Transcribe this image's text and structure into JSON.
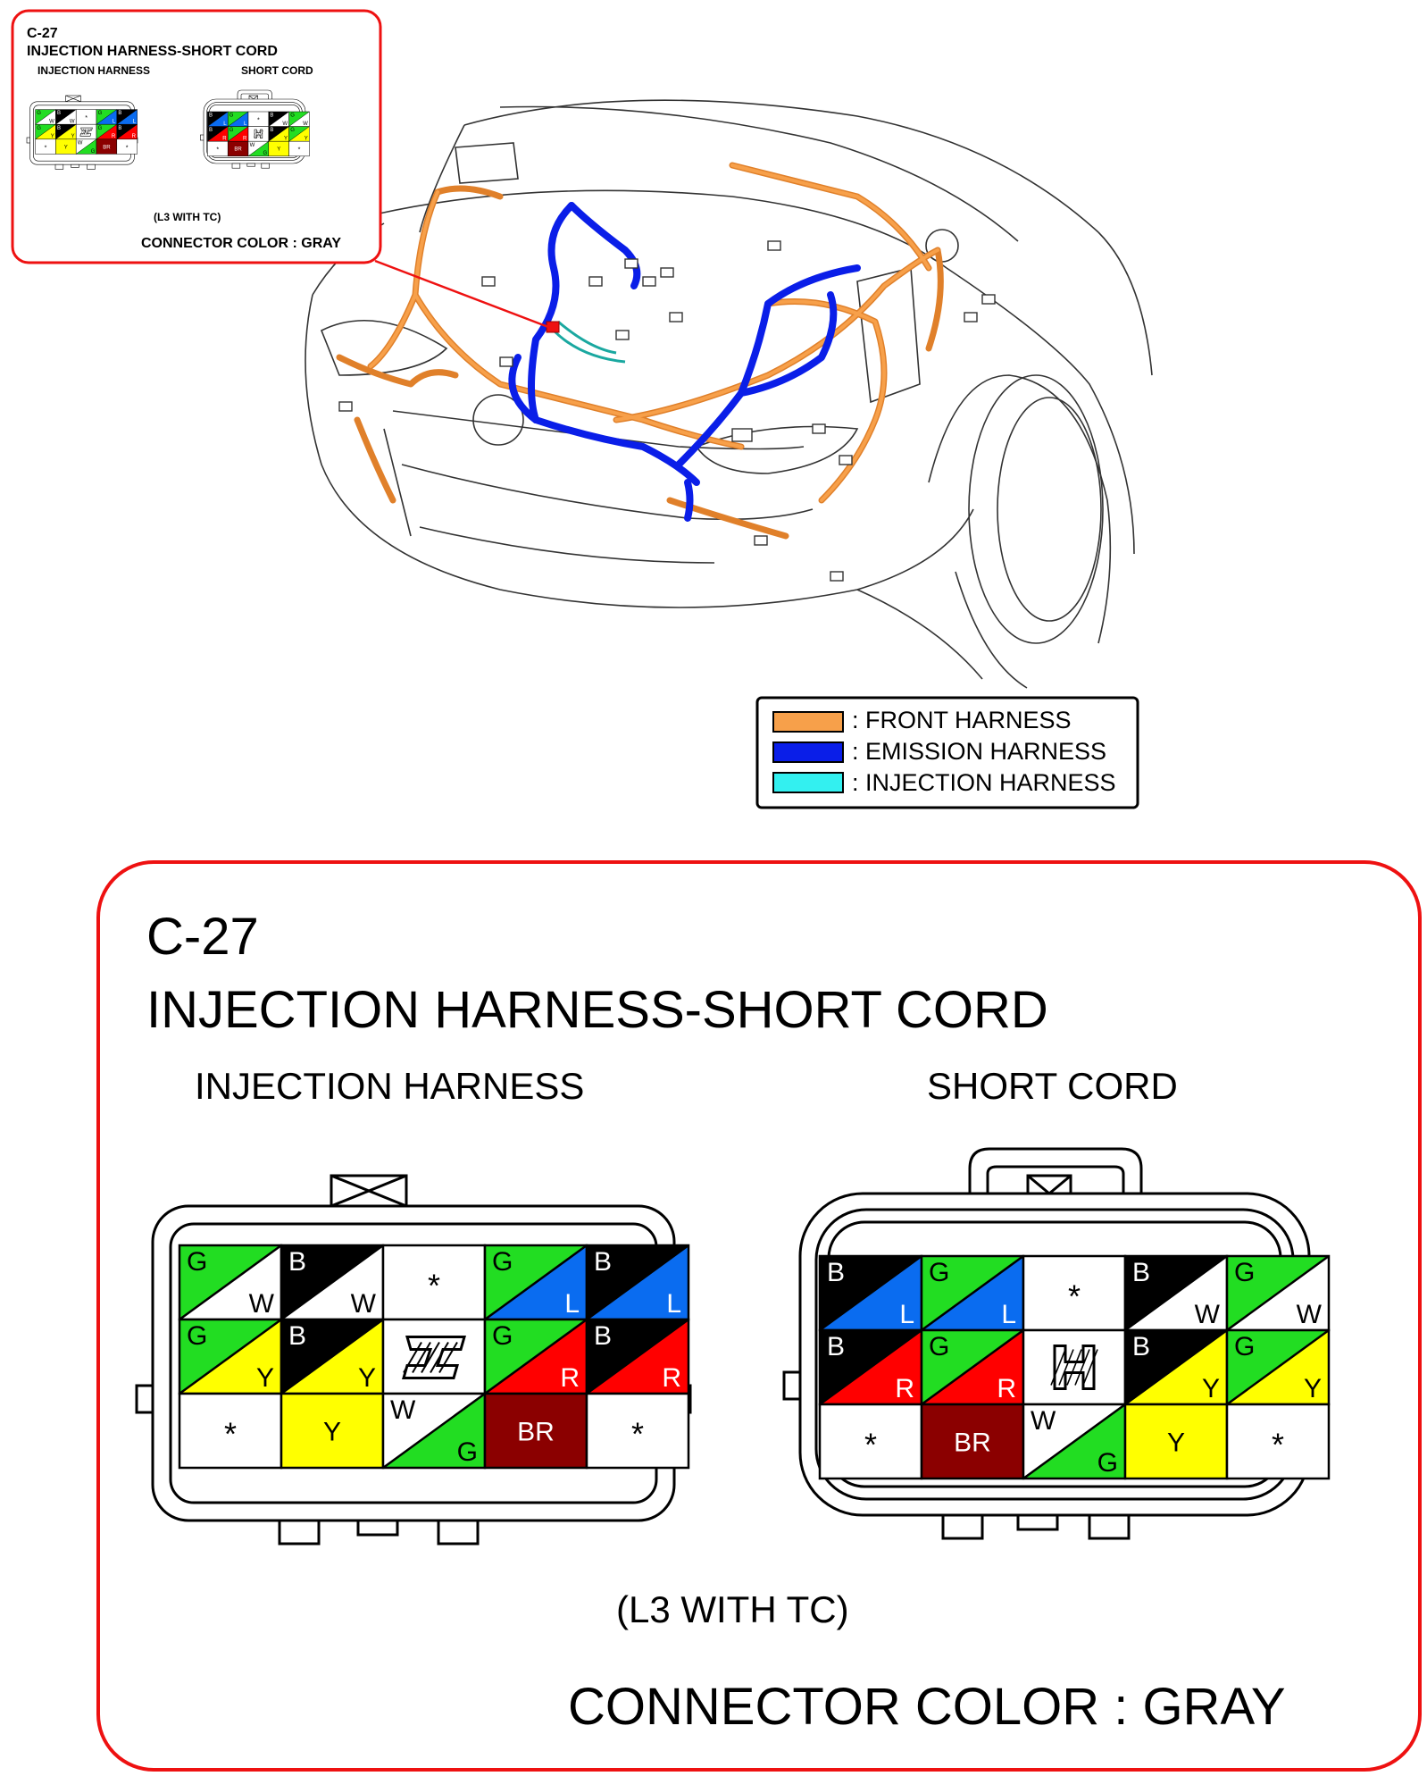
{
  "colors": {
    "green": "#22dd22",
    "black": "#000000",
    "white": "#ffffff",
    "blue": "#0a6cf0",
    "yellow": "#ffff00",
    "red": "#ff0000",
    "brown": "#8b0000",
    "front_harness": "#f7a04a",
    "emission_harness": "#0a1ee8",
    "injection_harness": "#33f0f0",
    "callout": "#ee1111"
  },
  "callout_small": {
    "id": "C-27",
    "title": "INJECTION HARNESS-SHORT CORD",
    "left_label": "INJECTION HARNESS",
    "right_label": "SHORT CORD",
    "note": "(L3 WITH TC)",
    "connector_color": "CONNECTOR COLOR : GRAY"
  },
  "legend": {
    "items": [
      {
        "label": ": FRONT HARNESS",
        "color": "#f7a04a"
      },
      {
        "label": ": EMISSION HARNESS",
        "color": "#0a1ee8"
      },
      {
        "label": ": INJECTION HARNESS",
        "color": "#33f0f0"
      }
    ]
  },
  "callout_large": {
    "id": "C-27",
    "title": "INJECTION HARNESS-SHORT CORD",
    "left_label": "INJECTION HARNESS",
    "right_label": "SHORT CORD",
    "note": "(L3 WITH TC)",
    "connector_color": "CONNECTOR COLOR : GRAY"
  },
  "connectors": {
    "injection_harness": {
      "rows": [
        [
          {
            "type": "split",
            "c1": "green",
            "c2": "white",
            "t1": "G",
            "t2": "W"
          },
          {
            "type": "split",
            "c1": "black",
            "c2": "white",
            "t1": "B",
            "t2": "W"
          },
          {
            "type": "empty"
          },
          {
            "type": "split",
            "c1": "green",
            "c2": "blue",
            "t1": "G",
            "t2": "L"
          },
          {
            "type": "split",
            "c1": "black",
            "c2": "blue",
            "t1": "B",
            "t2": "L"
          }
        ],
        [
          {
            "type": "split",
            "c1": "green",
            "c2": "yellow",
            "t1": "G",
            "t2": "Y"
          },
          {
            "type": "split",
            "c1": "black",
            "c2": "yellow",
            "t1": "B",
            "t2": "Y"
          },
          {
            "type": "key"
          },
          {
            "type": "split",
            "c1": "green",
            "c2": "red",
            "t1": "G",
            "t2": "R"
          },
          {
            "type": "split",
            "c1": "black",
            "c2": "red",
            "t1": "B",
            "t2": "R"
          }
        ],
        [
          {
            "type": "empty"
          },
          {
            "type": "solid",
            "c": "yellow",
            "t": "Y"
          },
          {
            "type": "split",
            "c1": "white",
            "c2": "green",
            "t1": "W",
            "t2": "G"
          },
          {
            "type": "solid",
            "c": "brown",
            "t": "BR"
          },
          {
            "type": "empty"
          }
        ]
      ]
    },
    "short_cord": {
      "rows": [
        [
          {
            "type": "split",
            "c1": "black",
            "c2": "blue",
            "t1": "B",
            "t2": "L"
          },
          {
            "type": "split",
            "c1": "green",
            "c2": "blue",
            "t1": "G",
            "t2": "L"
          },
          {
            "type": "empty"
          },
          {
            "type": "split",
            "c1": "black",
            "c2": "white",
            "t1": "B",
            "t2": "W"
          },
          {
            "type": "split",
            "c1": "green",
            "c2": "white",
            "t1": "G",
            "t2": "W"
          }
        ],
        [
          {
            "type": "split",
            "c1": "black",
            "c2": "red",
            "t1": "B",
            "t2": "R"
          },
          {
            "type": "split",
            "c1": "green",
            "c2": "red",
            "t1": "G",
            "t2": "R"
          },
          {
            "type": "key"
          },
          {
            "type": "split",
            "c1": "black",
            "c2": "yellow",
            "t1": "B",
            "t2": "Y"
          },
          {
            "type": "split",
            "c1": "green",
            "c2": "yellow",
            "t1": "G",
            "t2": "Y"
          }
        ],
        [
          {
            "type": "empty"
          },
          {
            "type": "solid",
            "c": "brown",
            "t": "BR"
          },
          {
            "type": "split",
            "c1": "white",
            "c2": "green",
            "t1": "W",
            "t2": "G"
          },
          {
            "type": "solid",
            "c": "yellow",
            "t": "Y"
          },
          {
            "type": "empty"
          }
        ]
      ]
    }
  }
}
